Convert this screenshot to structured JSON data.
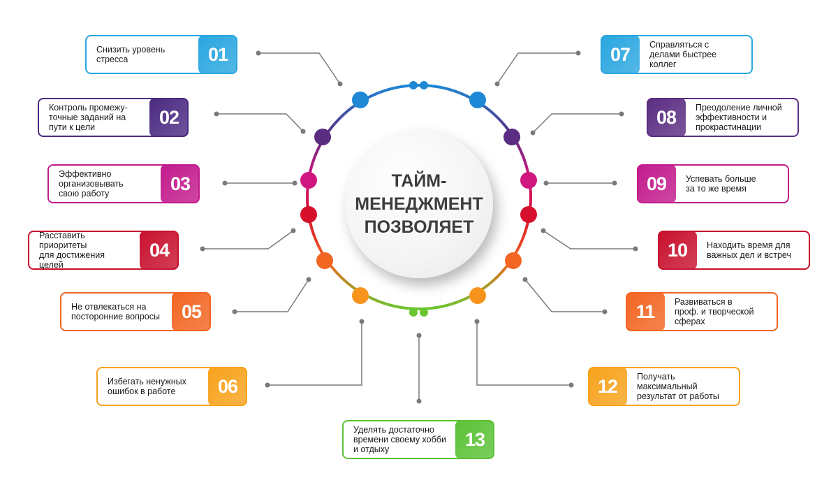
{
  "center": {
    "title": "ТАЙМ-\nМЕНЕДЖМЕНТ\nПОЗВОЛЯЕТ"
  },
  "items": [
    {
      "num": "01",
      "text": "Снизить уровень\nстресса",
      "color": "#29a6e0"
    },
    {
      "num": "02",
      "text": "Контроль промежу-\nточные заданий на\nпути к цели",
      "color": "#4b2a82"
    },
    {
      "num": "03",
      "text": "Эффективно\nорганизовывать\nсвою работу",
      "color": "#c21a8c"
    },
    {
      "num": "04",
      "text": "Расставить приоритеты\nдля достижения целей",
      "color": "#c8102e"
    },
    {
      "num": "05",
      "text": "Не отвлекаться на\nпосторонние вопросы",
      "color": "#f26522"
    },
    {
      "num": "06",
      "text": "Избегать ненужных\nошибок в работе",
      "color": "#f7a21b"
    },
    {
      "num": "07",
      "text": "Справляться с\nделами быстрее\nколлег",
      "color": "#29a6e0"
    },
    {
      "num": "08",
      "text": "Преодоление личной\nэффективности и\nпрокрастинации",
      "color": "#5a2d82"
    },
    {
      "num": "09",
      "text": "Успевать больше\nза то же время",
      "color": "#c21a8c"
    },
    {
      "num": "10",
      "text": "Находить время для\nважных дел и встреч",
      "color": "#c8102e"
    },
    {
      "num": "11",
      "text": "Развиваться в\nпроф. и творческой\nсферах",
      "color": "#f26522"
    },
    {
      "num": "12",
      "text": "Получать\nмаксимальный\nрезультат от работы",
      "color": "#f7a21b"
    },
    {
      "num": "13",
      "text": "Уделять достаточно\nвремени своему хобби\nи отдыху",
      "color": "#5bc236"
    }
  ],
  "ring_colors": {
    "blue": "#1e88d6",
    "purple": "#5a2d82",
    "magenta": "#d0177f",
    "red": "#d6102c",
    "orange": "#f26522",
    "amber": "#f7941d",
    "green": "#6cc530",
    "connector": "#7a7a7a"
  }
}
